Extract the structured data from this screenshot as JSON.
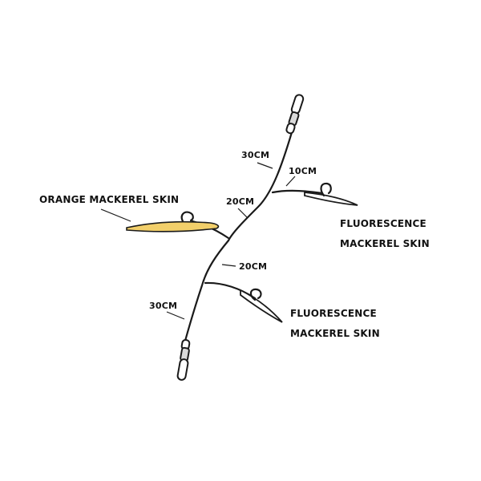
{
  "labels": {
    "orange_skin": "ORANGE MACKEREL SKIN",
    "fluoro_upper": [
      "FLUORESCENCE",
      "MACKEREL SKIN"
    ],
    "fluoro_lower": [
      "FLUORESCENCE",
      "MACKEREL SKIN"
    ],
    "len_top": "30CM",
    "len_upper_branch": "10CM",
    "len_middle": "20CM",
    "len_lower_middle": "20CM",
    "len_bottom": "30CM"
  },
  "colors": {
    "line": "#1a1a1a",
    "orange_skin": "#f2cf6a",
    "fluoro_skin": "#ffffff"
  },
  "icons": {
    "swivel_top": "barrel-swivel-icon",
    "swivel_bottom": "barrel-swivel-icon",
    "hook": "fishing-hook-icon"
  }
}
